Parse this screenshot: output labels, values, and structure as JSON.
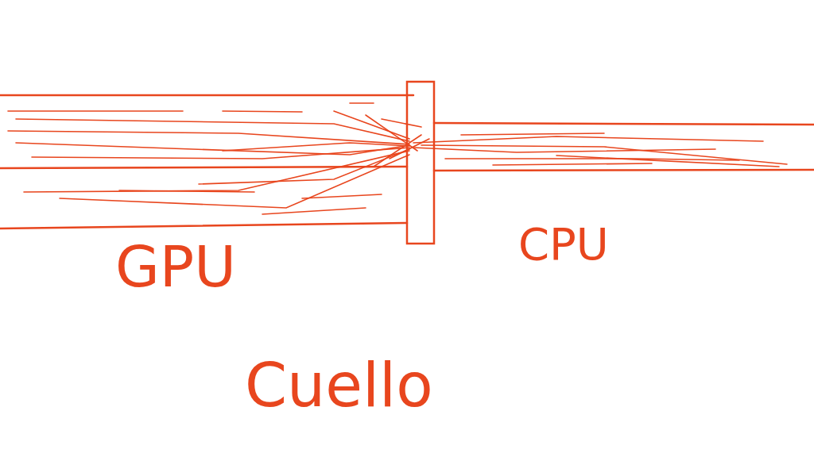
{
  "diagram": {
    "labels": [
      "GPU",
      "CPU",
      "Cuello"
    ]
  }
}
